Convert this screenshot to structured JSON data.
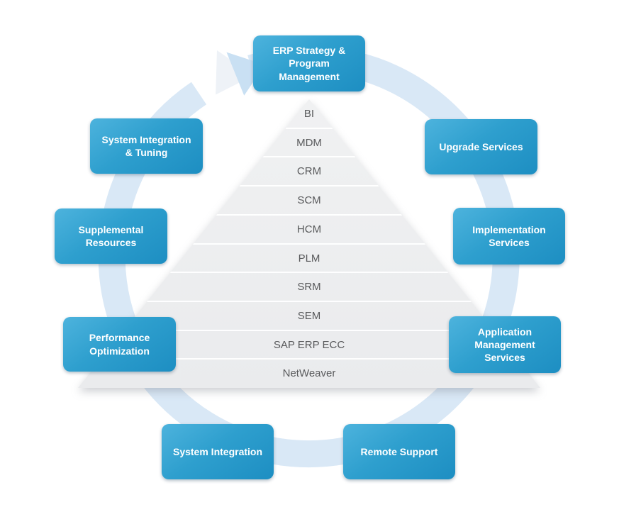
{
  "colors": {
    "background": "#ffffff",
    "node_gradient_top": "#4db3dd",
    "node_gradient_bottom": "#1d8ec2",
    "node_text": "#ffffff",
    "ring_band": "#d9e8f6",
    "ring_arrowhead": "#c9e0f3",
    "ring_ghost_arrowhead": "#eef2f7",
    "pyramid_fill": "#ededef",
    "pyramid_divider": "#ffffff",
    "pyramid_text": "#595a5c"
  },
  "nodes": [
    {
      "id": "erp-strategy-program-management",
      "label": "ERP Strategy &\nProgram\nManagement"
    },
    {
      "id": "system-integration-tuning",
      "label": "System Integration\n& Tuning"
    },
    {
      "id": "upgrade-services",
      "label": "Upgrade Services"
    },
    {
      "id": "supplemental-resources",
      "label": "Supplemental\nResources"
    },
    {
      "id": "implementation-services",
      "label": "Implementation\nServices"
    },
    {
      "id": "performance-optimization",
      "label": "Performance\nOptimization"
    },
    {
      "id": "application-management-services",
      "label": "Application\nManagement\nServices"
    },
    {
      "id": "system-integration",
      "label": "System Integration"
    },
    {
      "id": "remote-support",
      "label": "Remote Support"
    }
  ],
  "pyramid": {
    "layers": [
      "BI",
      "MDM",
      "CRM",
      "SCM",
      "HCM",
      "PLM",
      "SRM",
      "SEM",
      "SAP ERP ECC",
      "NetWeaver"
    ]
  }
}
